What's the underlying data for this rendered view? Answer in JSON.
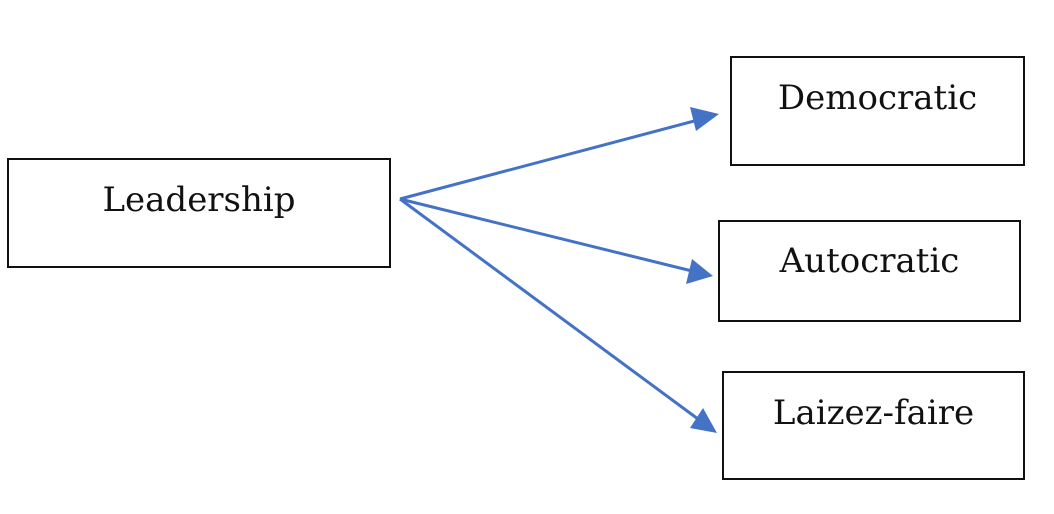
{
  "diagram": {
    "arrow_color": "#4472C4",
    "border_color": "#111111",
    "source": {
      "label": "Leadership"
    },
    "targets": [
      {
        "label": "Democratic"
      },
      {
        "label": "Autocratic"
      },
      {
        "label": "Laizez-faire"
      }
    ]
  }
}
